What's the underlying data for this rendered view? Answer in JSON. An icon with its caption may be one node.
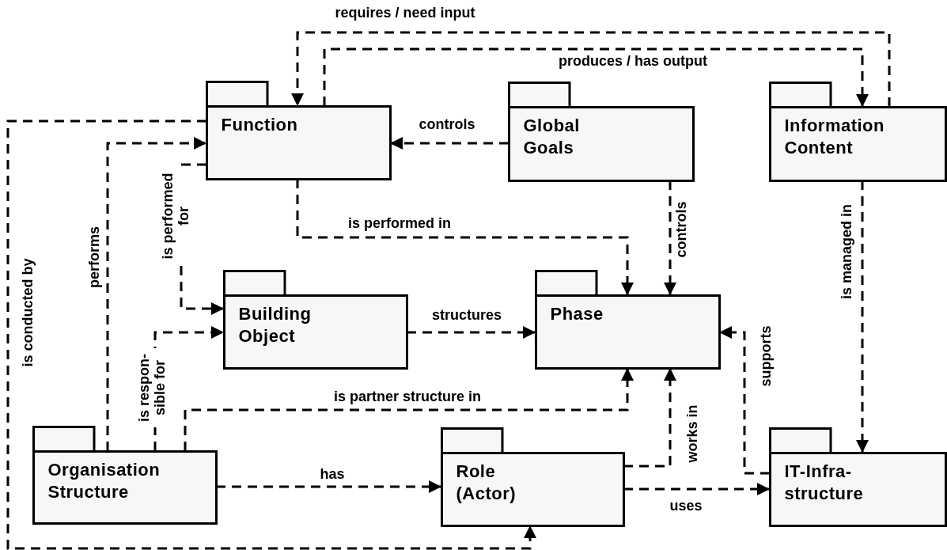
{
  "diagram": {
    "nodes": [
      {
        "text": [
          "Function"
        ]
      },
      {
        "text": [
          "Global Goals"
        ]
      },
      {
        "text": [
          "Information Content"
        ]
      },
      {
        "text": [
          "Building Object"
        ]
      },
      {
        "text": [
          "Phase"
        ]
      },
      {
        "text": [
          "Organisation Structure"
        ]
      },
      {
        "text": [
          "Role (Actor)"
        ]
      },
      {
        "text": [
          "IT-Infra- structure"
        ]
      }
    ],
    "edges": [
      {
        "from": 0,
        "to": 2,
        "arrow": "to",
        "label": "produces / has output",
        "style": "dashed"
      },
      {
        "from": 2,
        "to": 0,
        "arrow": "to",
        "label": "requires / need input",
        "style": "dashed"
      },
      {
        "from": 1,
        "to": 0,
        "arrow": "to",
        "label": "controls",
        "style": "dashed"
      },
      {
        "from": 0,
        "to": 4,
        "arrow": "to",
        "label": "is performed in",
        "style": "dashed"
      },
      {
        "from": 1,
        "to": 4,
        "arrow": "to",
        "label": "controls",
        "style": "dashed"
      },
      {
        "from": 2,
        "to": 7,
        "arrow": "to",
        "label": "is managed in",
        "style": "dashed"
      },
      {
        "from": 0,
        "to": 3,
        "arrow": "to",
        "label": "is performed for",
        "style": "dashed"
      },
      {
        "from": 5,
        "to": 3,
        "arrow": "to",
        "label": "is respon- sible for",
        "style": "dashed"
      },
      {
        "from": 5,
        "to": 0,
        "arrow": "to",
        "label": "performs",
        "style": "dashed"
      },
      {
        "from": 0,
        "to": 6,
        "arrow": "to",
        "label": "is conducted by",
        "style": "dashed"
      },
      {
        "from": 3,
        "to": 4,
        "arrow": "to",
        "label": "structures",
        "style": "dashed"
      },
      {
        "from": 5,
        "to": 4,
        "arrow": "to",
        "label": "is partner structure in",
        "style": "dashed"
      },
      {
        "from": 5,
        "to": 6,
        "arrow": "to",
        "label": "has",
        "style": "dashed"
      },
      {
        "from": 6,
        "to": 4,
        "arrow": "to",
        "label": "works in",
        "style": "dashed"
      },
      {
        "from": 6,
        "to": 7,
        "arrow": "to",
        "label": "uses",
        "style": "dashed"
      },
      {
        "from": 7,
        "to": 4,
        "arrow": "to",
        "label": "supports",
        "style": "dashed"
      }
    ]
  }
}
